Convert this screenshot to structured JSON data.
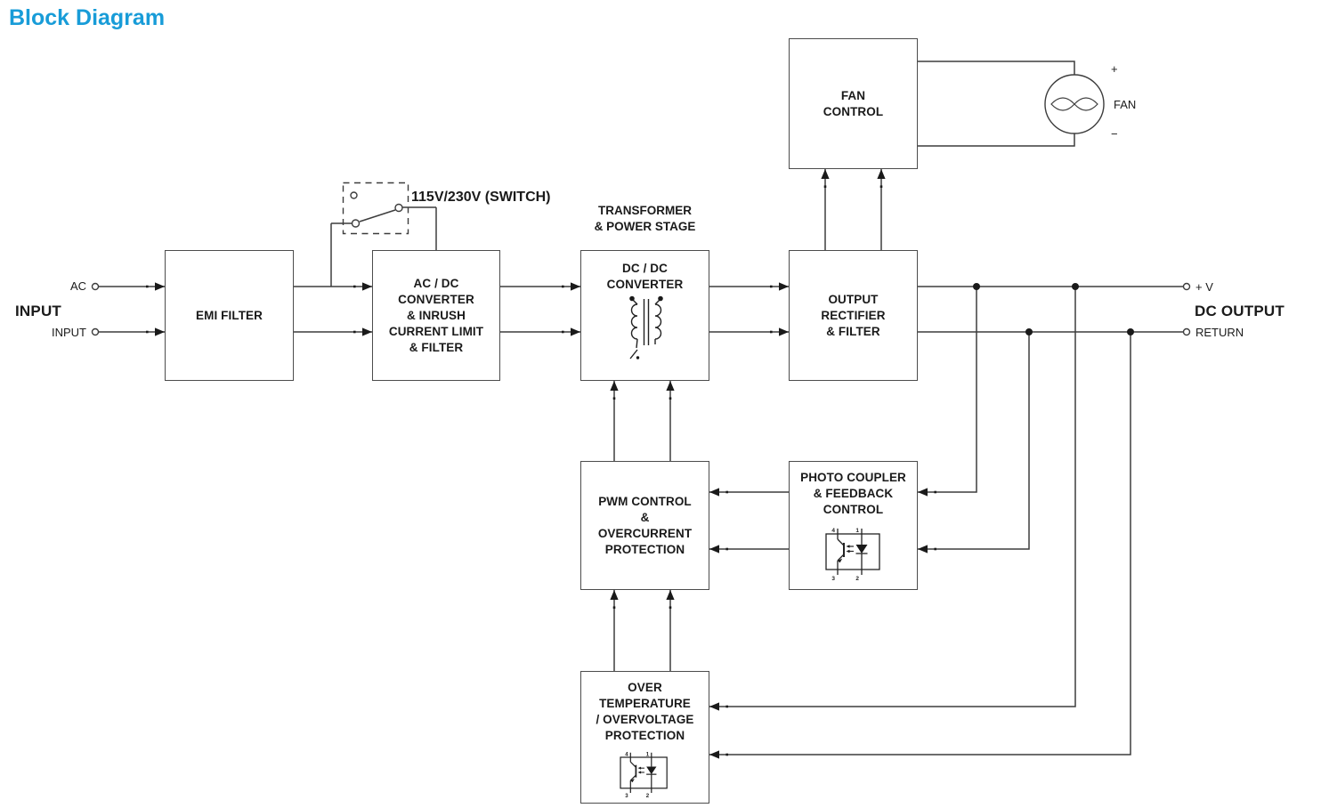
{
  "title": "Block Diagram",
  "colors": {
    "accent": "#189CD8",
    "line": "#3D3D3D",
    "text": "#1A1A1A"
  },
  "blocks": {
    "emi": {
      "label": "EMI FILTER"
    },
    "acdc": {
      "label": "AC / DC\nCONVERTER\n& INRUSH\nCURRENT LIMIT\n& FILTER"
    },
    "dcdc": {
      "label": "DC / DC\nCONVERTER"
    },
    "output_rectifier": {
      "label": "OUTPUT\nRECTIFIER\n& FILTER"
    },
    "fan_control": {
      "label": "FAN\nCONTROL"
    },
    "pwm": {
      "label": "PWM CONTROL\n&\nOVERCURRENT\nPROTECTION"
    },
    "photo_coupler": {
      "label": "PHOTO COUPLER\n& FEEDBACK\nCONTROL"
    },
    "ovp": {
      "label": "OVER\nTEMPERATURE\n/ OVERVOLTAGE\nPROTECTION"
    }
  },
  "annotations": {
    "transformer_stage": "TRANSFORMER\n& POWER STAGE",
    "switch": "115V/230V (SWITCH)"
  },
  "input": {
    "ac_terminal": "AC",
    "group_label": "INPUT",
    "input_terminal": "INPUT"
  },
  "output": {
    "plus_terminal": "+ V",
    "group_label": "DC OUTPUT",
    "return_terminal": "RETURN"
  },
  "fan": {
    "plus": "+",
    "label": "FAN",
    "minus": "−"
  },
  "opto_pins": [
    "4",
    "1",
    "3",
    "2"
  ]
}
